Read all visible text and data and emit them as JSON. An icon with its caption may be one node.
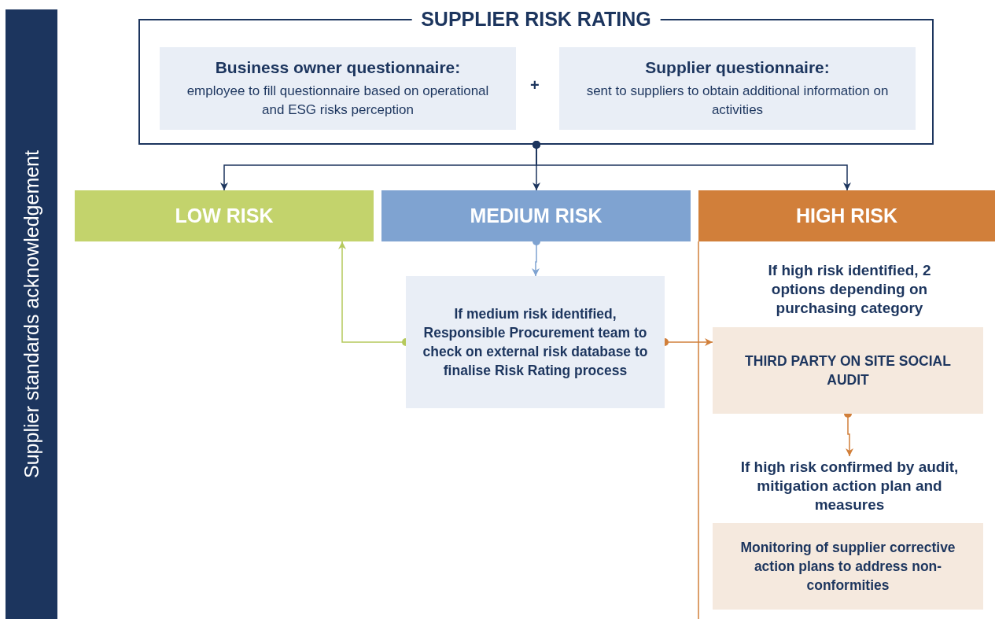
{
  "diagram": {
    "nodes": [
      {
        "text": [
          "Supplier standards acknowledgement"
        ]
      },
      {
        "text": [
          "SUPPLIER RISK RATING"
        ]
      },
      {
        "text": [
          "Business owner questionnaire:",
          "employee to fill questionnaire based on operational and ESG risks perception"
        ],
        "in": 1
      },
      {
        "text": [
          "Supplier questionnaire:",
          "sent to suppliers to obtain additional information on activities"
        ],
        "in": 1
      },
      {
        "text": [
          "LOW RISK"
        ]
      },
      {
        "text": [
          "MEDIUM RISK"
        ]
      },
      {
        "text": [
          "HIGH RISK"
        ]
      },
      {
        "text": [
          "If medium risk identified, Responsible Procurement team to check on external risk database to finalise Risk Rating process"
        ]
      },
      {
        "text": [
          "If high risk identified, 2 options depending on purchasing category"
        ]
      },
      {
        "text": [
          "THIRD PARTY ON SITE SOCIAL AUDIT"
        ]
      },
      {
        "text": [
          "If high risk confirmed by audit, mitigation action plan and measures"
        ]
      },
      {
        "text": [
          "Monitoring of supplier corrective action plans to address non-conformities"
        ]
      }
    ],
    "edges": [
      {
        "from": 1,
        "to": 4,
        "arrow": "to"
      },
      {
        "from": 1,
        "to": 5,
        "arrow": "to"
      },
      {
        "from": 1,
        "to": 6,
        "arrow": "to"
      },
      {
        "from": 5,
        "to": 7,
        "arrow": "to",
        "color": "#7fa3d1"
      },
      {
        "from": 7,
        "to": 4,
        "arrow": "to",
        "color": "#b5c95c"
      },
      {
        "from": 7,
        "to": 9,
        "arrow": "to",
        "color": "#d17f3a"
      },
      {
        "from": 9,
        "to": 10,
        "arrow": "to",
        "color": "#d17f3a"
      }
    ],
    "labels": [
      "+"
    ]
  }
}
